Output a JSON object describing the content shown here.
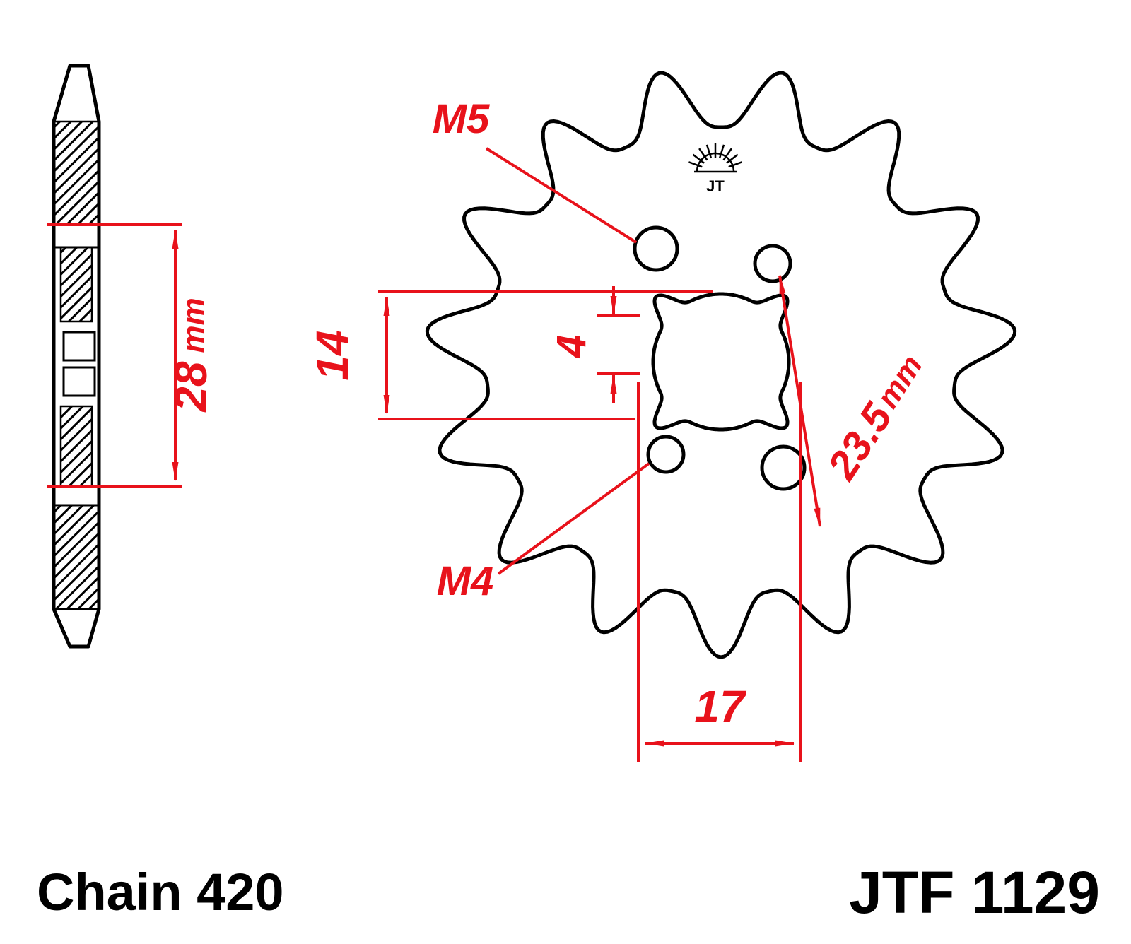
{
  "diagram": {
    "colors": {
      "dimension_red": "#e8121b",
      "line_black": "#000000",
      "background": "#ffffff"
    },
    "dimensions": {
      "m5_label": "M5",
      "m4_label": "M4",
      "bore_width": "14",
      "spline_depth": "4",
      "hole_spacing_value": "23.5",
      "hole_spacing_unit": "mm",
      "hub_length_value": "28",
      "hub_length_unit": "mm",
      "shaft_span": "17"
    },
    "logo": "JT",
    "footer": {
      "chain": "Chain 420",
      "part_number": "JTF 1129"
    }
  }
}
